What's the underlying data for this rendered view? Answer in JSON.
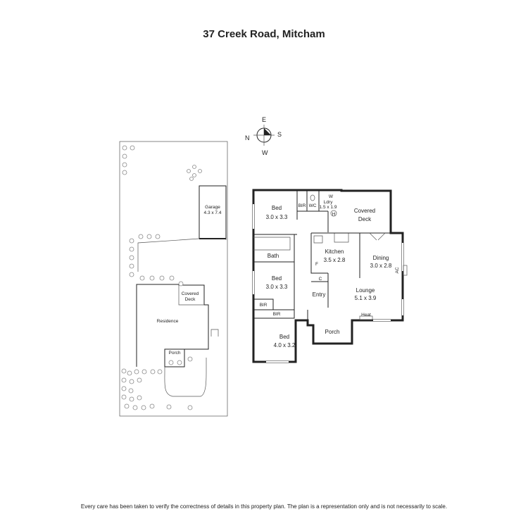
{
  "title": "37 Creek Road, Mitcham",
  "disclaimer": "Every care has been taken to verify the correctness of details in this property plan. The plan is a representation only and is not necessarily to scale.",
  "compass": {
    "n": "N",
    "e": "E",
    "s": "S",
    "w": "W"
  },
  "site_plan": {
    "garage": {
      "name": "Garage",
      "size": "4.3 x 7.4"
    },
    "covered_deck": {
      "line1": "Covered",
      "line2": "Deck"
    },
    "residence": "Residence",
    "porch": "Porch"
  },
  "floor_plan": {
    "bed1": {
      "name": "Bed",
      "size": "3.0 x 3.3"
    },
    "bir1": "BIR",
    "wc": "WC",
    "ldry": {
      "name": "Ldry",
      "size": "1.5 x 1.9"
    },
    "w_mark": "W",
    "h_mark": "H",
    "covered_deck": {
      "line1": "Covered",
      "line2": "Deck"
    },
    "bath": "Bath",
    "kitchen": {
      "name": "Kitchen",
      "size": "3.5 x 2.8"
    },
    "f_mark": "F",
    "dining": {
      "name": "Dining",
      "size": "3.0 x 2.8"
    },
    "ac_mark": "AC",
    "bed2": {
      "name": "Bed",
      "size": "3.0 x 3.3"
    },
    "c_mark": "C",
    "entry": "Entry",
    "lounge": {
      "name": "Lounge",
      "size": "5.1 x 3.9"
    },
    "bir2": "BIR",
    "bir3": "BIR",
    "heat": "Heat",
    "porch": "Porch",
    "bed3": {
      "name": "Bed",
      "size": "4.0 x 3.2"
    }
  }
}
